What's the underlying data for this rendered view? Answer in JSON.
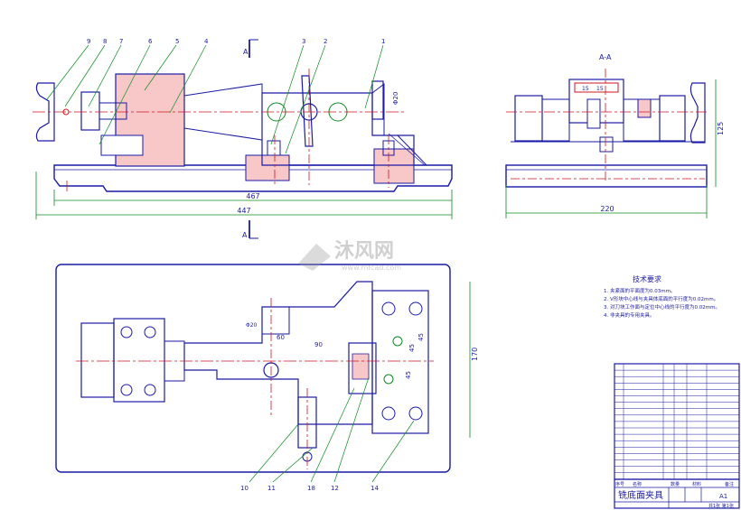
{
  "section_marks": {
    "a_top": "A",
    "a_bottom": "A",
    "view_title": "A-A"
  },
  "balloons_top": [
    "9",
    "8",
    "7",
    "6",
    "5",
    "4",
    "3",
    "2",
    "1"
  ],
  "balloons_bottom": [
    "10",
    "11",
    "18",
    "12",
    "14"
  ],
  "dims": {
    "front_len1": "467",
    "front_len2": "447",
    "side_width": "220",
    "side_height": "125",
    "side_inner_a": "15",
    "side_inner_b": "15",
    "plan_height": "170",
    "plan_45a": "45",
    "plan_45b": "45",
    "plan_45c": "45",
    "plan_60": "60",
    "plan_90": "90",
    "plan_phi": "Φ20",
    "front_phi": "Φ20"
  },
  "watermark": {
    "cn": "沐风网",
    "url": "www.mfcad.com"
  },
  "tech_req": {
    "title": "技术要求",
    "items": [
      "1. 夹紧面的平面度为0.03mm。",
      "2. V形块中心线与夹具体底面的平行度为0.02mm。",
      "3. 对刀块工作面与定位中心线的平行度为0.02mm。",
      "4. 非夹具的专用夹具。"
    ]
  },
  "title_block": {
    "drawing_name": "铣底面夹具",
    "sheet": "A1",
    "footer": "共1张 第1张",
    "header_cols": [
      "序号",
      "名称",
      "数量",
      "材料",
      "备注"
    ]
  }
}
